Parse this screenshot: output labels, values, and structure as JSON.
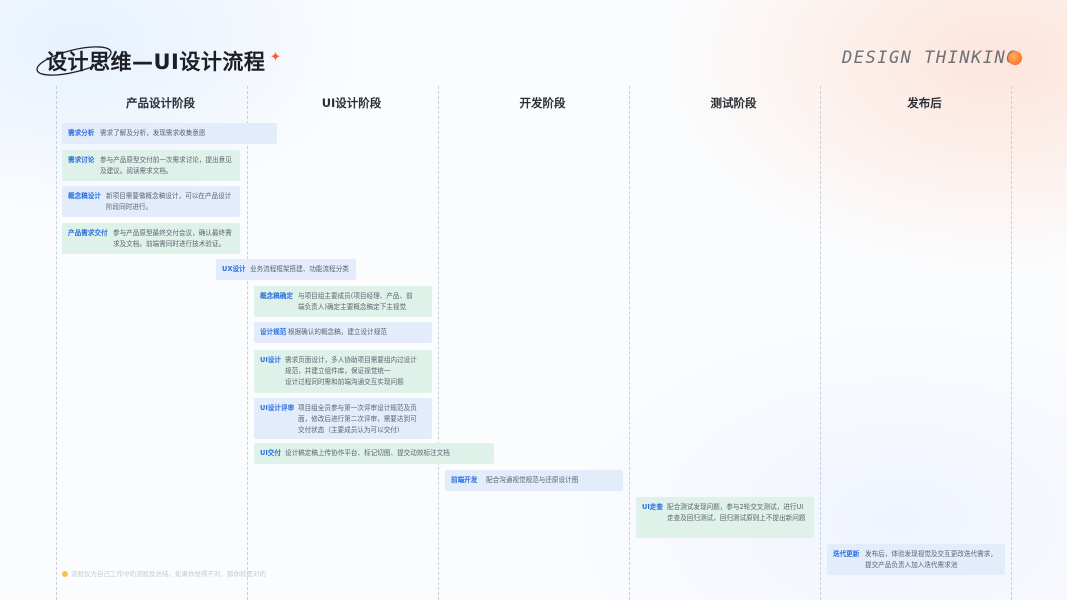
{
  "header": {
    "title": "设计思维—UI设计流程",
    "star": "✦",
    "brand": "DESIGN THINKING"
  },
  "columns": [
    "产品设计阶段",
    "UI设计阶段",
    "开发阶段",
    "测试阶段",
    "发布后"
  ],
  "cards": [
    {
      "tag": "需求分析",
      "lines": [
        "需求了解及分析，发现需求收集意愿"
      ],
      "color": "blue"
    },
    {
      "tag": "需求讨论",
      "lines": [
        "参与产品原型交付前一次需求讨论，提出意见",
        "及建议。阅读需求文档。"
      ],
      "color": "green"
    },
    {
      "tag": "概念稿设计",
      "lines": [
        "新项目需要做概念稿设计，可以在产品设计",
        "阶段同时进行。"
      ],
      "color": "blue"
    },
    {
      "tag": "产品需求交付",
      "lines": [
        "参与产品原型最终交付会议，确认最终需",
        "求及文档。前端需同时进行技术验证。"
      ],
      "color": "green"
    },
    {
      "tag": "UX设计",
      "lines": [
        "业务流程框架搭建、功能流程分类"
      ],
      "color": "blue"
    },
    {
      "tag": "概念稿确定",
      "lines": [
        "与项目组主要成员(项目经理、产品、前",
        "端负责人)确定主要概念稿定下主视觉"
      ],
      "color": "green"
    },
    {
      "tag": "设计规范",
      "lines": [
        "根据确认的概念稿，建立设计规范"
      ],
      "color": "blue"
    },
    {
      "tag": "UI设计",
      "lines": [
        "需求页面设计，多人协助项目需要组内过设计",
        "规范，并建立组件库，保证视觉统一",
        "设计过程同时需和前端沟通交互实现问题"
      ],
      "color": "green"
    },
    {
      "tag": "UI设计评审",
      "lines": [
        "项目组全员参与第一次评审设计规范及页",
        "面，修改后进行第二次评审，需要达到可",
        "交付状态（主要成员认为可以交付）"
      ],
      "color": "blue"
    },
    {
      "tag": "UI交付",
      "lines": [
        "设计稿定稿上传协作平台、标记切图、提交动效标注文档"
      ],
      "color": "green"
    },
    {
      "tag": "前端开发",
      "lines": [
        "配合沟通视觉规范与还原设计图"
      ],
      "color": "blue"
    },
    {
      "tag": "UI走查",
      "lines": [
        "配合测试发现问题，参与2轮交叉测试，进行UI",
        "走查及回归测试，回归测试原则上不提出新问题"
      ],
      "color": "green"
    },
    {
      "tag": "迭代更新",
      "lines": [
        "发布后，体验发现视觉及交互更改迭代需求，",
        "提交产品负责人加入迭代需求池"
      ],
      "color": "blue"
    }
  ],
  "footnote": "流程仅为自己工作中的流程及总结。如果你觉得不对，那你就是对的"
}
